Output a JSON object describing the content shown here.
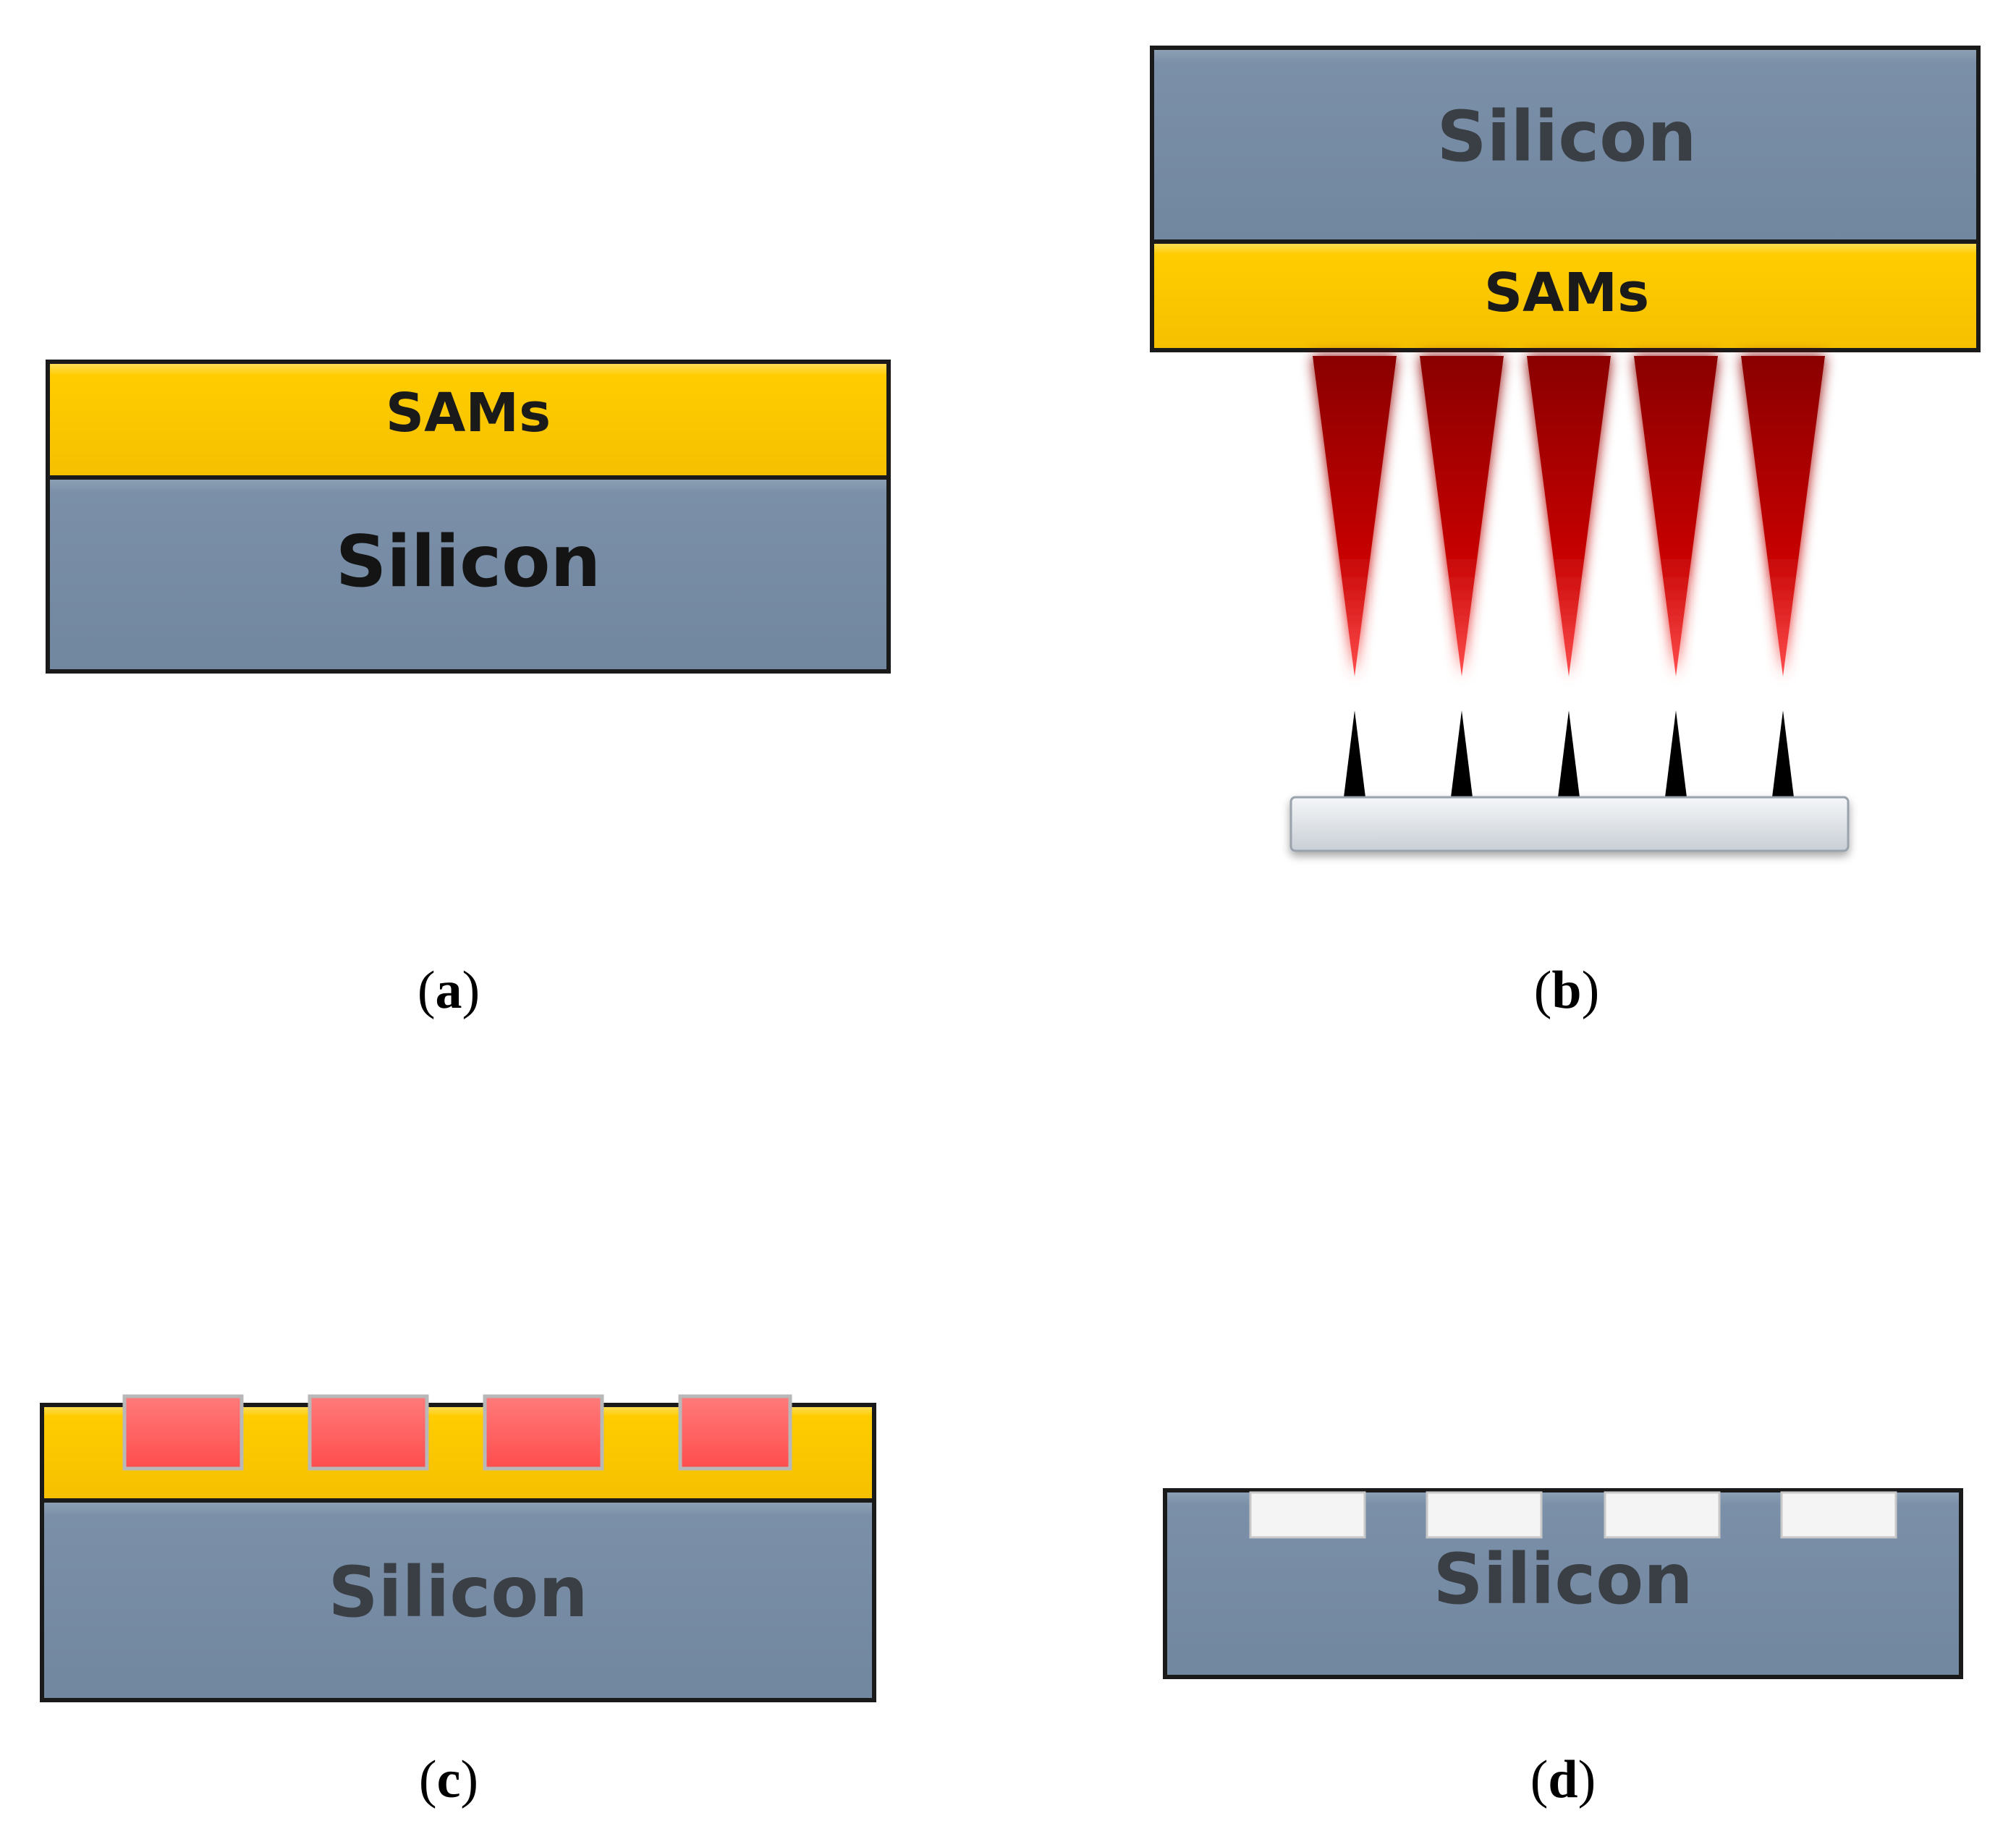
{
  "colors": {
    "silicon": "#7b90a8",
    "sams": "#ffcc00",
    "pattern_red": "#ff5a5a",
    "etched_white": "#f2f2f2",
    "laser_red": "#a00000",
    "outline": "#1a1a1a"
  },
  "panels": {
    "a": {
      "caption_open": "(",
      "caption_letter": "a",
      "caption_close": ")",
      "sams_label": "SAMs",
      "silicon_label": "Silicon"
    },
    "b": {
      "caption_open": "(",
      "caption_letter": "b",
      "caption_close": ")",
      "silicon_label": "Silicon",
      "sams_label": "SAMs",
      "laser_beam_count": 5,
      "tip_count": 5
    },
    "c": {
      "caption_open": "(",
      "caption_letter": "c",
      "caption_close": ")",
      "silicon_label": "Silicon",
      "pattern_count": 4
    },
    "d": {
      "caption_open": "(",
      "caption_letter": "d",
      "caption_close": ")",
      "silicon_label": "Silicon",
      "etched_count": 4
    }
  }
}
